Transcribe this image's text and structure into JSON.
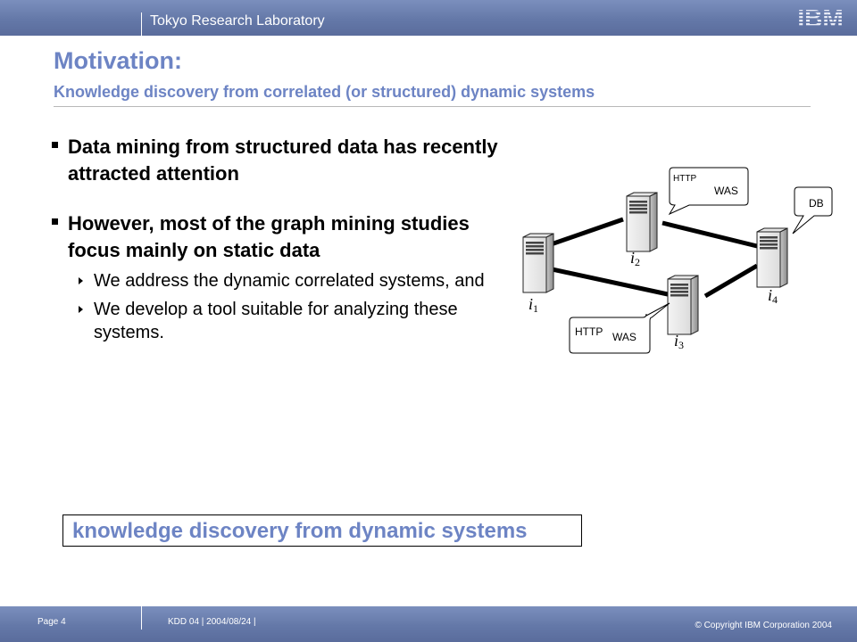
{
  "header": {
    "lab": "Tokyo Research Laboratory",
    "logo_text": "IBM"
  },
  "slide": {
    "title": "Motivation:",
    "subtitle": "Knowledge discovery from correlated (or structured) dynamic systems",
    "bullets": [
      {
        "text": "Data mining from structured data has recently attracted attention"
      },
      {
        "text": "However, most of the graph mining studies focus mainly on static data",
        "subitems": [
          "We address the dynamic correlated systems, and",
          "We develop a tool suitable for analyzing these systems."
        ]
      }
    ],
    "callout": "knowledge discovery from dynamic systems"
  },
  "diagram": {
    "nodes": [
      {
        "id": "i1",
        "label": "i",
        "sub": "1"
      },
      {
        "id": "i2",
        "label": "i",
        "sub": "2"
      },
      {
        "id": "i3",
        "label": "i",
        "sub": "3"
      },
      {
        "id": "i4",
        "label": "i",
        "sub": "4"
      }
    ],
    "callouts": [
      {
        "id": "i2",
        "http": "HTTP",
        "was": "WAS"
      },
      {
        "id": "i4",
        "db": "DB"
      },
      {
        "id": "i3",
        "http": "HTTP",
        "was": "WAS"
      }
    ]
  },
  "footer": {
    "page": "Page 4",
    "conference": "KDD 04 | 2004/08/24 |",
    "copyright": "© Copyright IBM Corporation 2004"
  },
  "colors": {
    "bar": "#6478a8",
    "title": "#6d84c4",
    "text": "#000000"
  }
}
